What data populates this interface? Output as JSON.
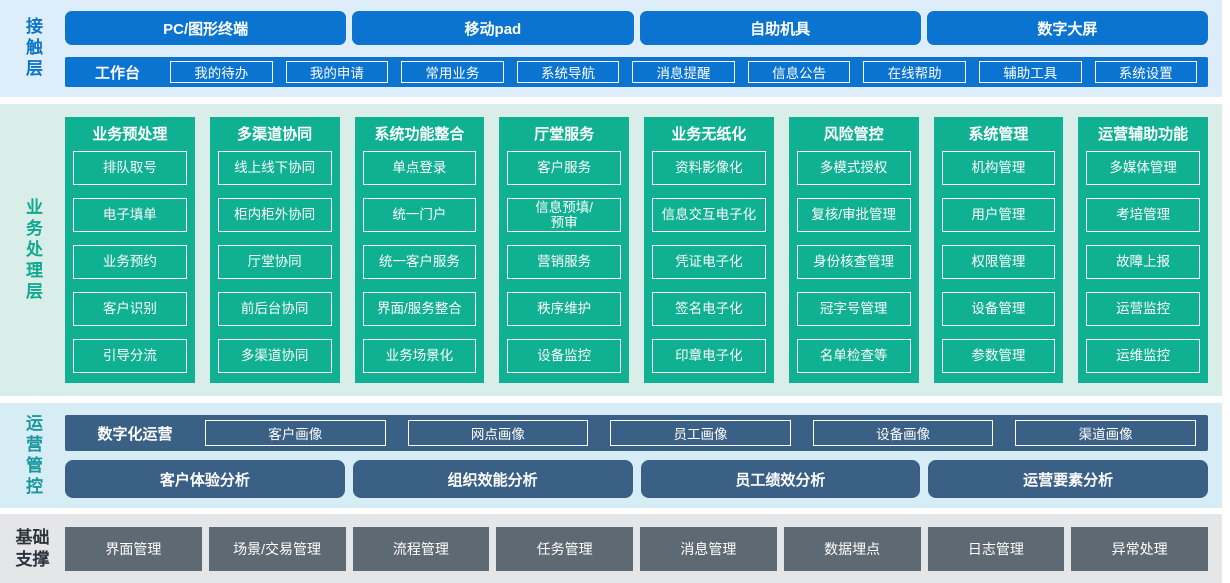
{
  "colors": {
    "blue": "#0a74d0",
    "blue_bg": "#ddeefa",
    "contact_text": "#0e74c9",
    "green": "#10b093",
    "green_bg": "#d9eee8",
    "business_text": "#0fa98e",
    "slate": "#3a6085",
    "slate_bg": "#d7edf5",
    "ops_text": "#18989c",
    "gray": "#5d6973",
    "gray_bg": "#e4e6e8",
    "base_text": "#2c343e"
  },
  "contact_layer": {
    "label": "接触层",
    "devices": [
      "PC/图形终端",
      "移动pad",
      "自助机具",
      "数字大屏"
    ],
    "workbench": {
      "label": "工作台",
      "items": [
        "我的待办",
        "我的申请",
        "常用业务",
        "系统导航",
        "消息提醒",
        "信息公告",
        "在线帮助",
        "辅助工具",
        "系统设置"
      ]
    }
  },
  "business_layer": {
    "label": "业务处理层",
    "columns": [
      {
        "title": "业务预处理",
        "items": [
          "排队取号",
          "电子填单",
          "业务预约",
          "客户识别",
          "引导分流"
        ]
      },
      {
        "title": "多渠道协同",
        "items": [
          "线上线下协同",
          "柜内柜外协同",
          "厅堂协同",
          "前后台协同",
          "多渠道协同"
        ]
      },
      {
        "title": "系统功能整合",
        "items": [
          "单点登录",
          "统一门户",
          "统一客户服务",
          "界面/服务整合",
          "业务场景化"
        ]
      },
      {
        "title": "厅堂服务",
        "items": [
          "客户服务",
          "信息预填/\n预审",
          "营销服务",
          "秩序维护",
          "设备监控"
        ]
      },
      {
        "title": "业务无纸化",
        "items": [
          "资料影像化",
          "信息交互电子化",
          "凭证电子化",
          "签名电子化",
          "印章电子化"
        ]
      },
      {
        "title": "风险管控",
        "items": [
          "多模式授权",
          "复核/审批管理",
          "身份核查管理",
          "冠字号管理",
          "名单检查等"
        ]
      },
      {
        "title": "系统管理",
        "items": [
          "机构管理",
          "用户管理",
          "权限管理",
          "设备管理",
          "参数管理"
        ]
      },
      {
        "title": "运营辅助功能",
        "items": [
          "多媒体管理",
          "考培管理",
          "故障上报",
          "运营监控",
          "运维监控"
        ]
      }
    ]
  },
  "ops_layer": {
    "label": "运营管控",
    "digital_ops": {
      "label": "数字化运营",
      "items": [
        "客户画像",
        "网点画像",
        "员工画像",
        "设备画像",
        "渠道画像"
      ]
    },
    "analysis": [
      "客户体验分析",
      "组织效能分析",
      "员工绩效分析",
      "运营要素分析"
    ]
  },
  "base_layer": {
    "label": "基础支撑",
    "items": [
      "界面管理",
      "场景/交易管理",
      "流程管理",
      "任务管理",
      "消息管理",
      "数据埋点",
      "日志管理",
      "异常处理"
    ]
  }
}
